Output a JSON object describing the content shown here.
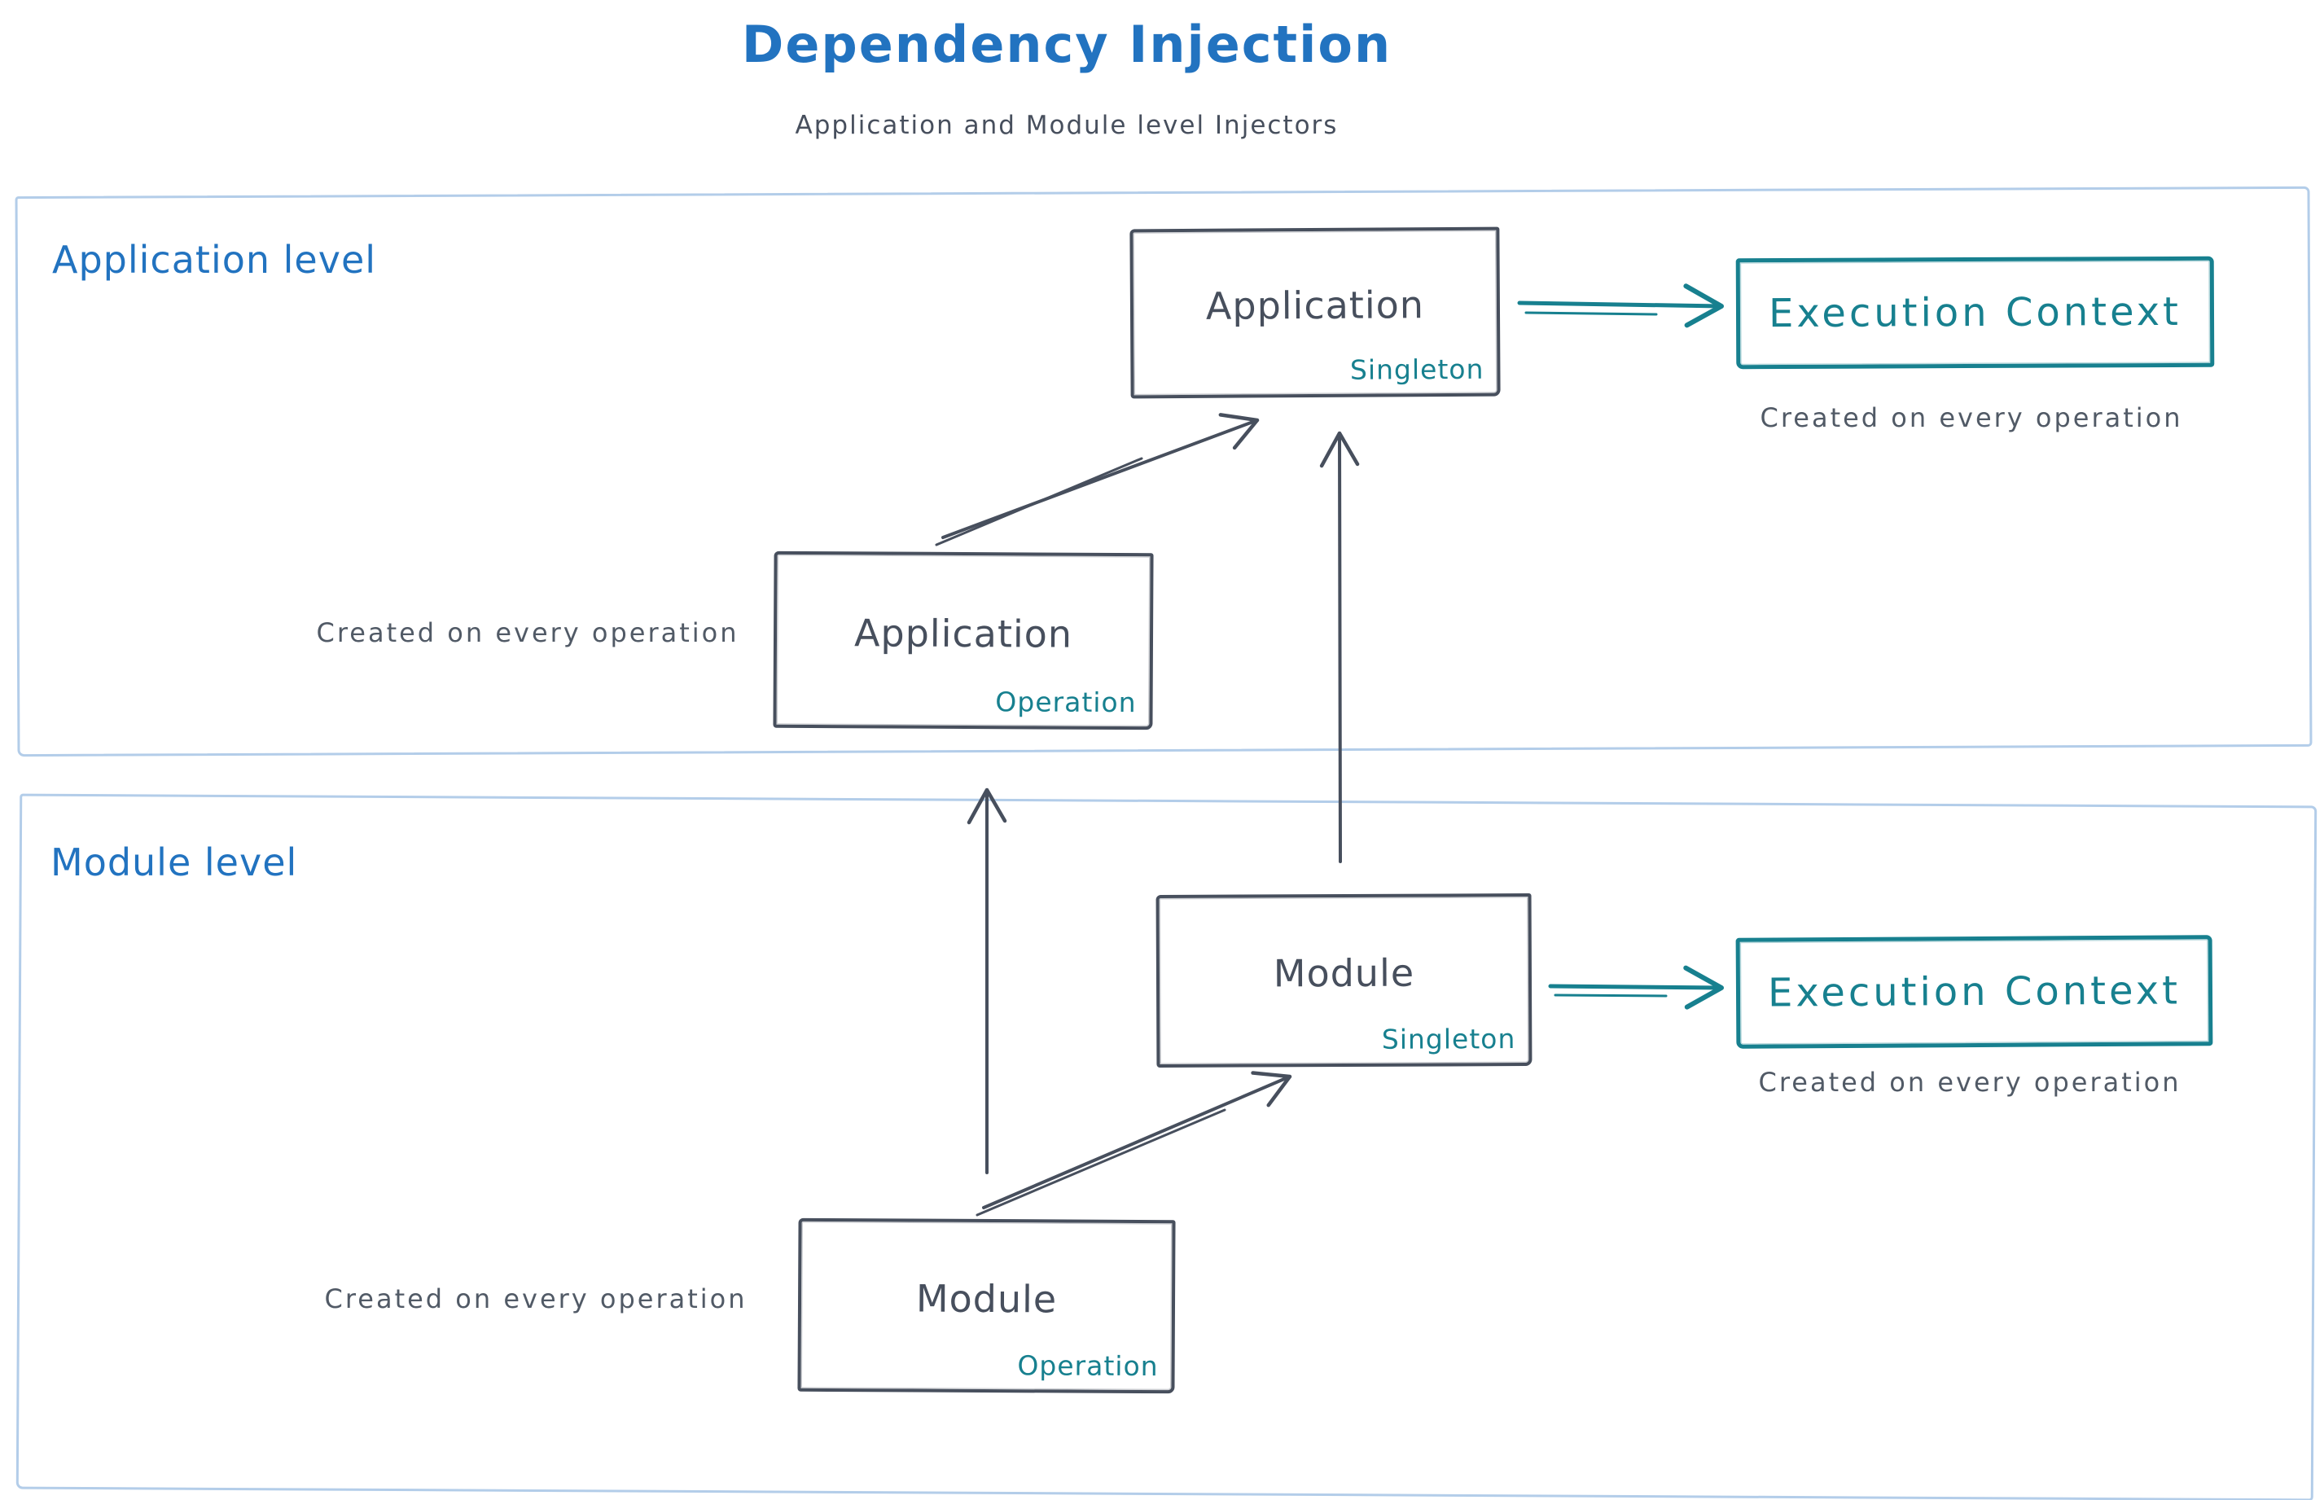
{
  "header": {
    "title": "Dependency Injection",
    "subtitle": "Application and Module level Injectors"
  },
  "sections": {
    "application": {
      "label": "Application level"
    },
    "module": {
      "label": "Module level"
    }
  },
  "boxes": {
    "app_singleton": {
      "title": "Application",
      "badge": "Singleton"
    },
    "app_operation": {
      "title": "Application",
      "badge": "Operation"
    },
    "module_singleton": {
      "title": "Module",
      "badge": "Singleton"
    },
    "module_operation": {
      "title": "Module",
      "badge": "Operation"
    },
    "exec_app": {
      "title": "Execution Context"
    },
    "exec_module": {
      "title": "Execution Context"
    }
  },
  "annotations": {
    "exec_app_note": "Created on every operation",
    "exec_module_note": "Created on every operation",
    "app_operation_note": "Created on every operation",
    "module_operation_note": "Created on every operation"
  },
  "colors": {
    "title_blue": "#2273c0",
    "ink": "#474f5d",
    "teal": "#17808f",
    "container_border": "#b3cde9"
  }
}
